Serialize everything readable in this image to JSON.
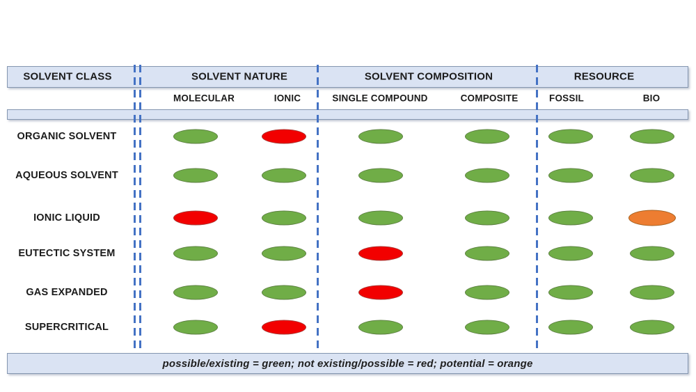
{
  "chart_data": {
    "type": "table",
    "header_groups": [
      {
        "label": "SOLVENT CLASS",
        "columns": []
      },
      {
        "label": "SOLVENT NATURE",
        "columns": [
          "MOLECULAR",
          "IONIC"
        ]
      },
      {
        "label": "SOLVENT COMPOSITION",
        "columns": [
          "SINGLE COMPOUND",
          "COMPOSITE"
        ]
      },
      {
        "label": "RESOURCE",
        "columns": [
          "FOSSIL",
          "BIO"
        ]
      }
    ],
    "columns": [
      "MOLECULAR",
      "IONIC",
      "SINGLE COMPOUND",
      "COMPOSITE",
      "FOSSIL",
      "BIO"
    ],
    "rows": [
      {
        "label": "ORGANIC SOLVENT",
        "cells": [
          "green",
          "red",
          "green",
          "green",
          "green",
          "green"
        ]
      },
      {
        "label": "AQUEOUS SOLVENT",
        "cells": [
          "green",
          "green",
          "green",
          "green",
          "green",
          "green"
        ]
      },
      {
        "label": "IONIC LIQUID",
        "cells": [
          "red",
          "green",
          "green",
          "green",
          "green",
          "orange"
        ]
      },
      {
        "label": "EUTECTIC SYSTEM",
        "cells": [
          "green",
          "green",
          "red",
          "green",
          "green",
          "green"
        ]
      },
      {
        "label": "GAS EXPANDED",
        "cells": [
          "green",
          "green",
          "red",
          "green",
          "green",
          "green"
        ]
      },
      {
        "label": "SUPERCRITICAL",
        "cells": [
          "green",
          "red",
          "green",
          "green",
          "green",
          "green"
        ]
      }
    ],
    "legend": "possible/existing = green; not existing/possible = red; potential = orange",
    "legend_map": {
      "green": "possible/existing",
      "red": "not existing/possible",
      "orange": "potential"
    }
  },
  "colors": {
    "green": "#70ad47",
    "green_border": "#5d8142",
    "red": "#f20000",
    "red_border": "#aa3a36",
    "orange": "#ed7d31",
    "orange_border": "#a4601f",
    "band_fill": "#dae3f3",
    "band_border": "#8496b0",
    "dash_blue": "#4472c4",
    "text": "#1b1b1b"
  }
}
